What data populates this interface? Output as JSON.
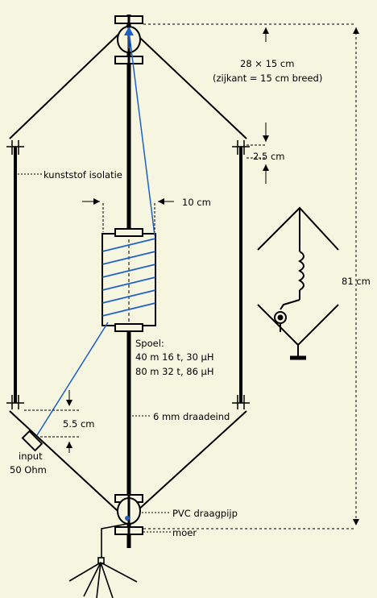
{
  "labels": {
    "size": "28 × 15 cm",
    "side_note": "(zijkant = 15 cm breed)",
    "gap": "2.5 cm",
    "insulation": "kunststof isolatie",
    "coil_width": "10 cm",
    "height": "81 cm",
    "coil_title": "Spoel:",
    "coil_line1": "40 m 16 t, 30 µH",
    "coil_line2": "80 m 32 t, 86 µH",
    "feed_offset": "5.5 cm",
    "rod": "6 mm draadeind",
    "input_line1": "input",
    "input_line2": "50 Ohm",
    "pvc": "PVC draagpijp",
    "nut": "moer"
  },
  "colors": {
    "background": "#f5f5e0",
    "wire": "#000000",
    "winding": "#1f5fc8",
    "leader": "#444444"
  }
}
